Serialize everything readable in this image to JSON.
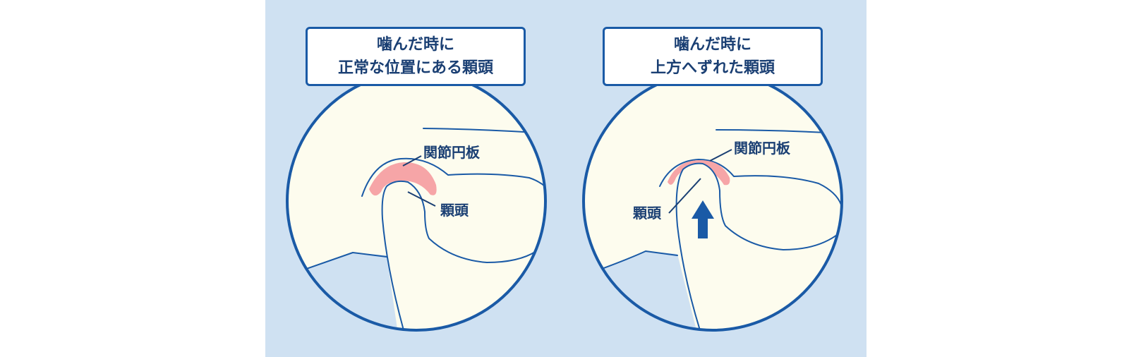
{
  "panels": [
    {
      "title_line1": "噛んだ時に",
      "title_line2": "正常な位置にある顆頭",
      "disc_label": "関節円板",
      "condyle_label": "顆頭"
    },
    {
      "title_line1": "噛んだ時に",
      "title_line2": "上方へずれた顆頭",
      "disc_label": "関節円板",
      "condyle_label": "顆頭"
    }
  ],
  "colors": {
    "background": "#cfe1f2",
    "circle_fill": "#fdfcee",
    "outline": "#1a5aa6",
    "disc": "#f6a5a7",
    "arrow": "#1a5aa6",
    "text": "#1a3f73"
  },
  "arrow_direction": "up"
}
